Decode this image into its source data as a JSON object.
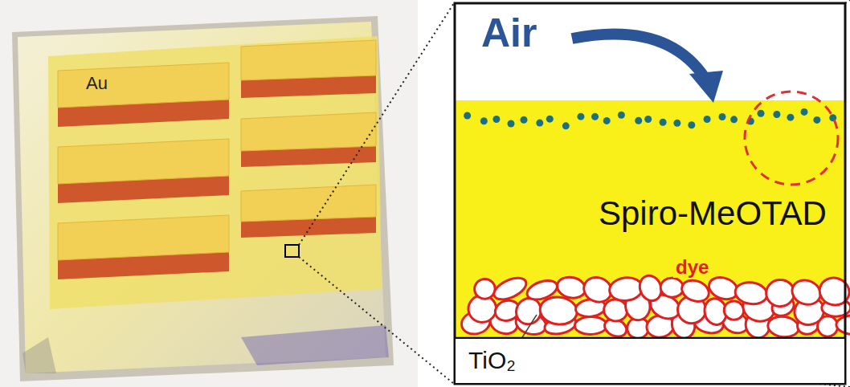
{
  "diagram": {
    "nodes": [
      {
        "text": [
          "Spiro-MeOTAD"
        ]
      },
      {
        "text": [
          "TiO₂"
        ]
      }
    ],
    "labels": [
      "Au",
      "Air",
      "dye"
    ]
  }
}
